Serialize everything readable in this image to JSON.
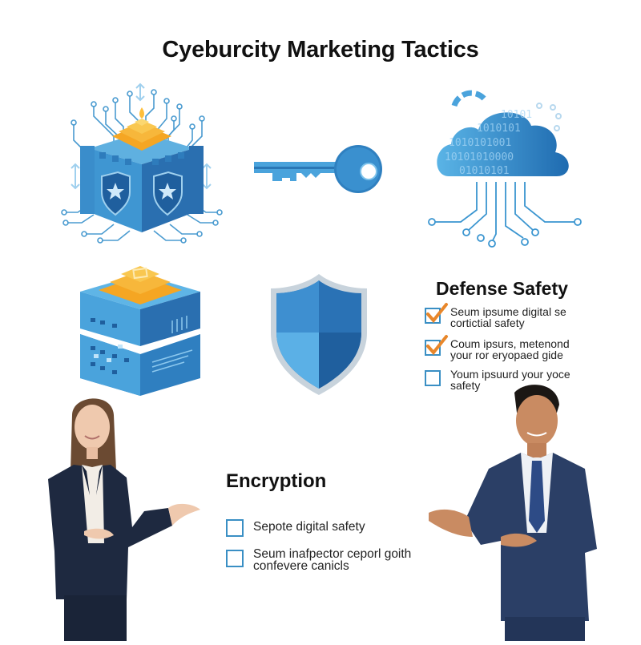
{
  "title": "Cyeburcity Marketing Tactics",
  "colors": {
    "accent_blue": "#3a8fc4",
    "check_orange": "#e8872b",
    "gold": "#f5a623",
    "suit_navy": "#1f2a44"
  },
  "illustrations": {
    "fortress": "fortress-circuit-icon",
    "key": "key-icon",
    "cloud": "cloud-binary-circuit-icon",
    "server_stack": "server-stack-icon",
    "shield": "shield-icon",
    "person_left": "businesswoman-presenting",
    "person_right": "businessman-presenting"
  },
  "cloud_binary_rows": [
    "10101",
    "1010101",
    "1010101001",
    "10101010000",
    "01010101"
  ],
  "defense_safety": {
    "heading": "Defense Safety",
    "items": [
      {
        "checked": true,
        "line1": "Seum ipsume digital se",
        "line2": "cortictial safety"
      },
      {
        "checked": true,
        "line1": "Coum ipsurs, metenond",
        "line2": "your ror eryopaed gide"
      },
      {
        "checked": false,
        "line1": "Youm ipsuurd your yoce",
        "line2": "safety"
      }
    ]
  },
  "encryption": {
    "heading": "Encryption",
    "items": [
      {
        "checked": false,
        "line1": "Sepote digital safety",
        "line2": ""
      },
      {
        "checked": false,
        "line1": "Seum inafpector ceporl goith",
        "line2": "confevere canicls"
      }
    ]
  }
}
